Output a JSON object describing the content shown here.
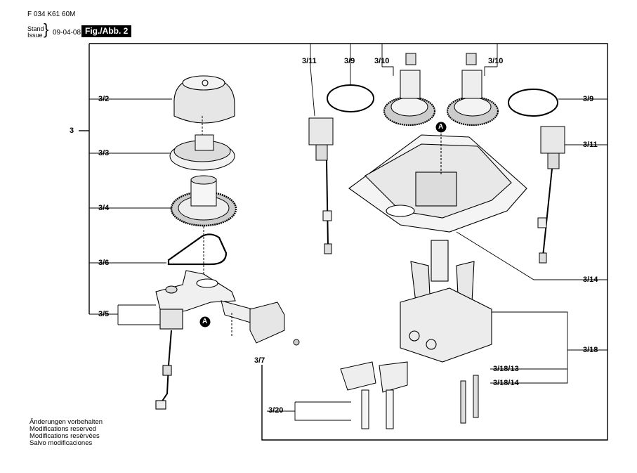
{
  "header": {
    "doc_code": "F 034 K61 60M",
    "stand_label": "Stand",
    "issue_label": "Issue",
    "date": "09-04-08",
    "figure": "Fig./Abb. 2"
  },
  "callouts": {
    "group": "3",
    "c3_2": "3/2",
    "c3_3": "3/3",
    "c3_4": "3/4",
    "c3_6": "3/6",
    "c3_5": "3/5",
    "c3_7": "3/7",
    "c3_20": "3/20",
    "c3_11_left": "3/11",
    "c3_9_left": "3/9",
    "c3_10_left": "3/10",
    "c3_10_right": "3/10",
    "c3_9_right": "3/9",
    "c3_11_right": "3/11",
    "c3_14": "3/14",
    "c3_18": "3/18",
    "c3_18_13": "3/18/13",
    "c3_18_14": "3/18/14",
    "marker_a": "A"
  },
  "notes": [
    "Änderungen vorbehalten",
    "Modifications reserved",
    "Modifications resèrvèes",
    "Salvo modificaciones"
  ]
}
